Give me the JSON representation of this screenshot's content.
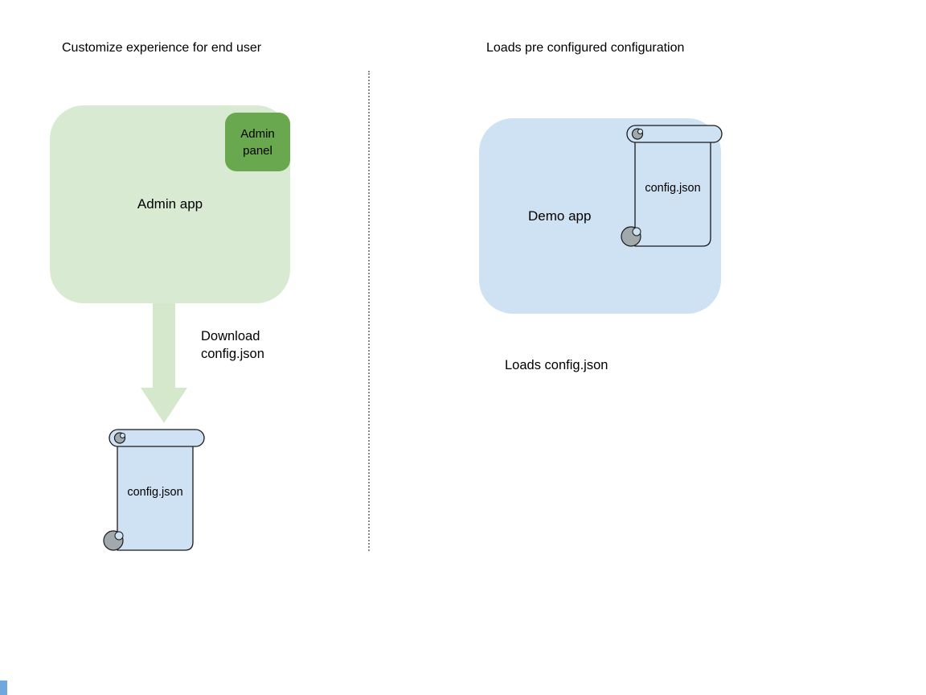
{
  "diagram": {
    "left": {
      "title": "Customize experience for end user",
      "app_label": "Admin app",
      "panel_label": "Admin panel",
      "arrow_caption": "Download\nconfig.json",
      "scroll_label": "config.json"
    },
    "right": {
      "title": "Loads pre configured configuration",
      "app_label": "Demo app",
      "scroll_label": "config.json",
      "caption": "Loads config.json"
    }
  },
  "colors": {
    "admin_app_fill": "#d9ead3",
    "admin_panel_fill": "#6aa84f",
    "arrow_fill": "#d6e8cc",
    "blue_fill": "#cfe2f3",
    "scroll_curl": "#a2a9ad",
    "outline": "#1a1a1a",
    "divider": "#8a8a8a",
    "text": "#000000",
    "artifact_blue": "#6fa8dc"
  }
}
